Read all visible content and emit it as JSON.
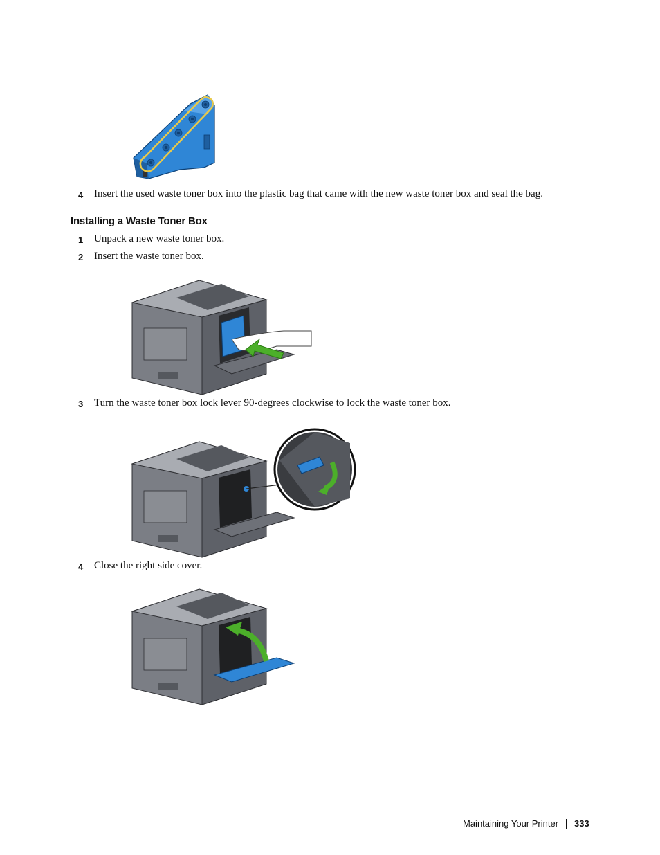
{
  "steps_top": [
    {
      "number": "4",
      "text": "Insert the used waste toner box into the plastic bag that came with the new waste toner box and seal the bag."
    }
  ],
  "section": {
    "heading": "Installing a Waste Toner Box",
    "steps": [
      {
        "number": "1",
        "text": "Unpack a new waste toner box."
      },
      {
        "number": "2",
        "text": "Insert the waste toner box."
      },
      {
        "number": "3",
        "text": "Turn the waste toner box lock lever 90-degrees clockwise to lock the waste toner box."
      },
      {
        "number": "4",
        "text": "Close the right side cover."
      }
    ]
  },
  "footer": {
    "section_title": "Maintaining Your Printer",
    "page_number": "333"
  },
  "colors": {
    "toner_blue": "#2f86d6",
    "printer_gray": "#6e7178",
    "arrow_green": "#4caf2a",
    "highlight_yellow": "#e8c94a"
  }
}
